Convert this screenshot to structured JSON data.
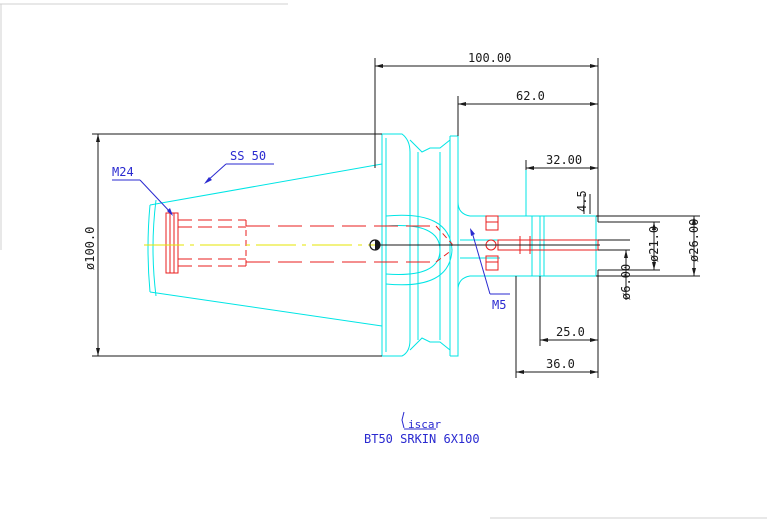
{
  "drawing": {
    "dimensions": {
      "overall_length": "100.00",
      "length_62": "62.0",
      "length_32": "32.00",
      "chamfer": "4.5",
      "dia_26": "ø26.00",
      "dia_21": "ø21.0",
      "dia_6": "ø6.00",
      "length_25": "25.0",
      "length_36": "36.0",
      "dia_100": "ø100.0"
    },
    "labels": {
      "ss": "SS 50",
      "m24": "M24",
      "m5": "M5"
    },
    "title": {
      "logo_text": "iscar",
      "part_name": "BT50 SRKIN 6X100"
    }
  },
  "colors": {
    "outline": "#00e5e5",
    "hidden": "#e81e1e",
    "dimension": "#1a1a1a",
    "label": "#2a2ad0",
    "center": "#e6e600"
  }
}
